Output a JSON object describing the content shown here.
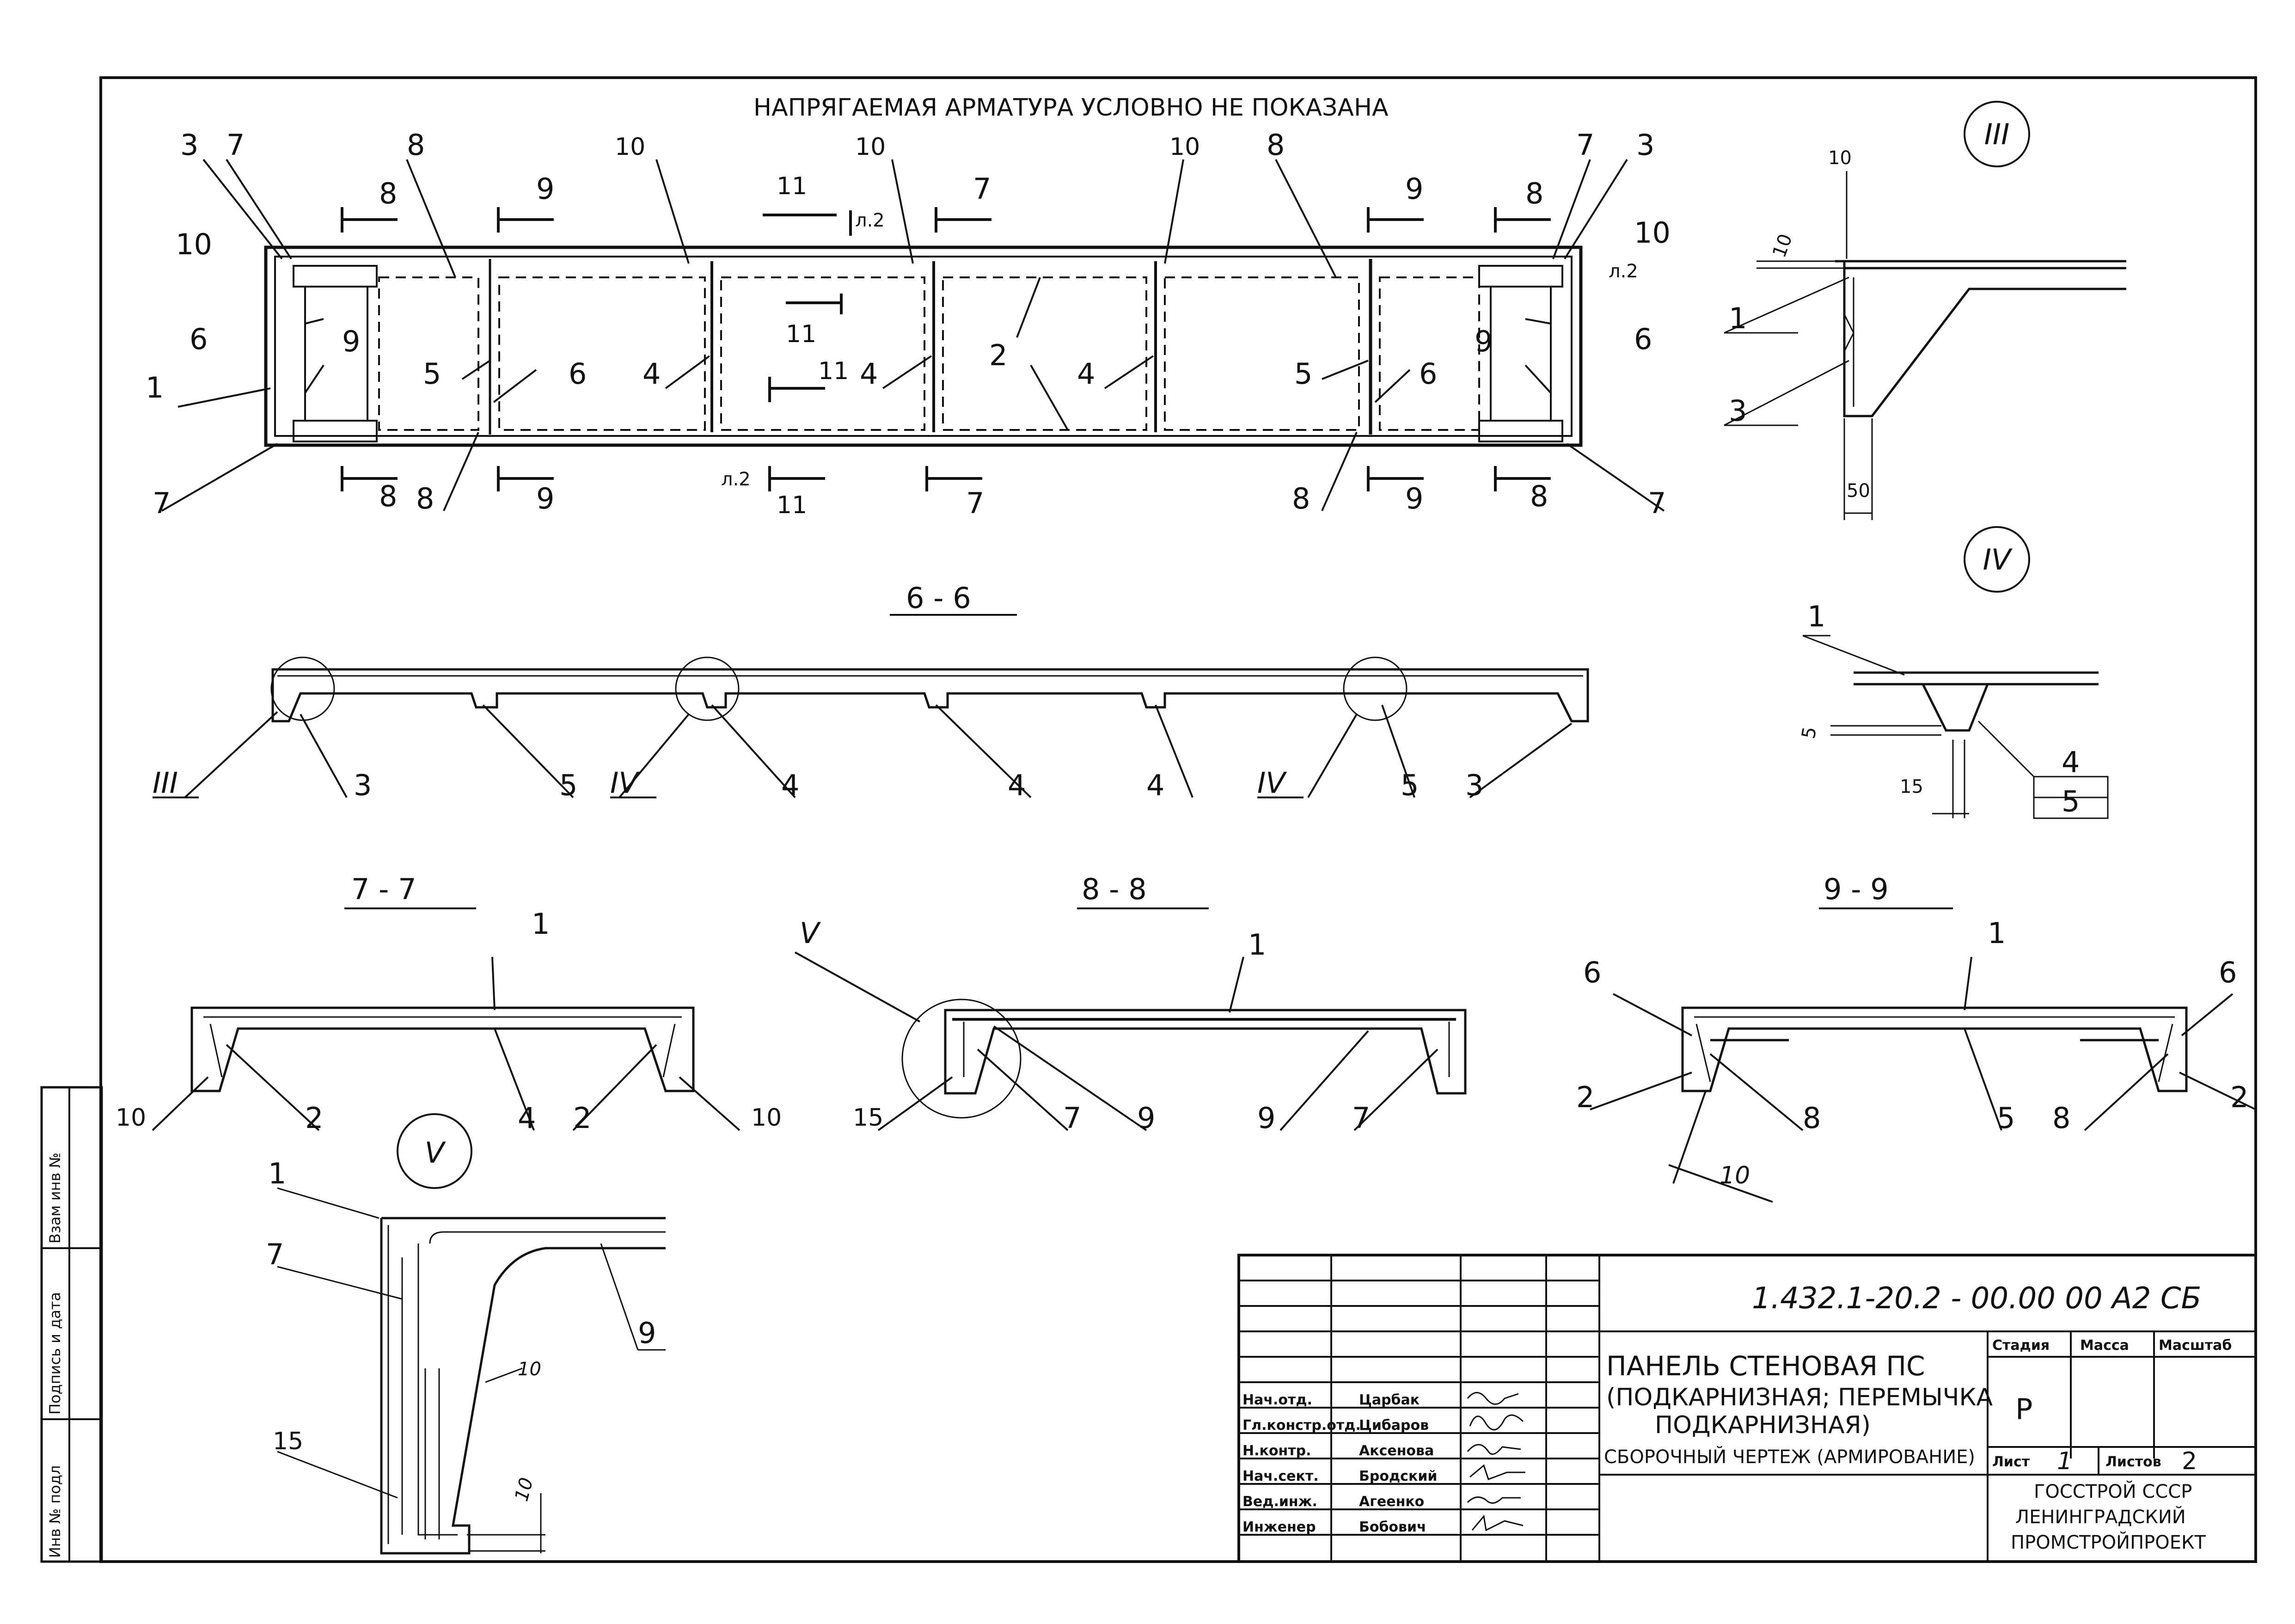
{
  "note": "НАПРЯГАЕМАЯ АРМАТУРА УСЛОВНО НЕ ПОКАЗАНА",
  "sections": {
    "s66": "6 - 6",
    "s77": "7 - 7",
    "s88": "8 - 8",
    "s99": "9 - 9"
  },
  "nodes": {
    "n3": "III",
    "n4": "IV",
    "n5": "V"
  },
  "plan_marks": {
    "top_left_3": "3",
    "top_left_7": "7",
    "top_8a": "8",
    "top_10a": "10",
    "top_10b": "10",
    "top_10c": "10",
    "top_8b": "8",
    "top_7r": "7",
    "top_3r": "3",
    "cut_8_tl": "8",
    "cut_9_tl": "9",
    "cut_11_t": "11",
    "cut_l2_t": "л.2",
    "cut_7_t": "7",
    "cut_9_tr": "9",
    "cut_8_tr": "8",
    "side_10_l": "10",
    "side_6_l": "6",
    "side_10_r": "10",
    "side_l2_r": "л.2",
    "side_6_r": "6",
    "lbl_1": "1",
    "lbl_9l": "9",
    "lbl_5l": "5",
    "lbl_6l": "6",
    "lbl_4a": "4",
    "lbl_11a": "11",
    "lbl_11b": "11",
    "lbl_4b": "4",
    "lbl_2": "2",
    "lbl_4c": "4",
    "lbl_5r": "5",
    "lbl_6r": "6",
    "lbl_9r": "9",
    "bot_7l": "7",
    "cut_8_bl": "8",
    "bot_8l": "8",
    "cut_9_bl": "9",
    "cut_l2_b": "л.2",
    "cut_11_b": "11",
    "cut_7_b": "7",
    "bot_8r": "8",
    "cut_9_br": "9",
    "cut_8_br": "8",
    "bot_7r": "7"
  },
  "s66_marks": {
    "m1": "III",
    "m2": "3",
    "m3": "5",
    "m4": "IV",
    "m5": "4",
    "m6": "4",
    "m7": "4",
    "m8": "IV",
    "m9": "5",
    "m10": "3"
  },
  "s77_marks": {
    "m1": "1",
    "m2": "10",
    "m3": "2",
    "m4": "4",
    "m5": "2",
    "m6": "10"
  },
  "s88_marks": {
    "m1": "V",
    "m2": "1",
    "m3": "15",
    "m4": "7",
    "m5": "9",
    "m6": "9",
    "m7": "7"
  },
  "s99_marks": {
    "m1": "1",
    "m2": "6",
    "m3": "6",
    "m4": "2",
    "m5": "8",
    "m6": "5",
    "m7": "8",
    "m8": "2",
    "m9": "10"
  },
  "node3_marks": {
    "d10a": "10",
    "d10b": "10",
    "m1": "1",
    "m3": "3",
    "d50": "50"
  },
  "node4_marks": {
    "m1": "1",
    "d5": "5",
    "d15": "15",
    "m4": "4",
    "m5": "5"
  },
  "node5_marks": {
    "m1": "1",
    "m7": "7",
    "m9": "9",
    "d10a": "10",
    "m15": "15",
    "d10b": "10"
  },
  "side_stamp": {
    "c1": "Инв № подл",
    "c2": "Подпись и дата",
    "c3": "Взам инв №"
  },
  "title_block": {
    "code": "1.432.1-20.2 - 00.00 00 А2 СБ",
    "name1": "ПАНЕЛЬ СТЕНОВАЯ ПС",
    "name2": "(ПОДКАРНИЗНАЯ; ПЕРЕМЫЧКА",
    "name3": "ПОДКАРНИЗНАЯ)",
    "name4": "СБОРОЧНЫЙ ЧЕРТЕЖ (АРМИРОВАНИЕ)",
    "h_stage": "Стадия",
    "h_mass": "Масса",
    "h_scale": "Масштаб",
    "stage": "Р",
    "sheet_lbl": "Лист",
    "sheet_no": "1",
    "sheets_lbl": "Листов",
    "sheets_no": "2",
    "org1": "ГОССТРОЙ СССР",
    "org2": "ЛЕНИНГРАДСКИЙ",
    "org3": "ПРОМСТРОЙПРОЕКТ",
    "roles": [
      {
        "role": "Нач.отд.",
        "name": "Царбак"
      },
      {
        "role": "Гл.констр.отд.",
        "name": "Цибаров"
      },
      {
        "role": "Н.контр.",
        "name": "Аксенова"
      },
      {
        "role": "Нач.сект.",
        "name": "Бродский"
      },
      {
        "role": "Вед.инж.",
        "name": "Агеенко"
      },
      {
        "role": "Инженер",
        "name": "Бобович"
      }
    ]
  }
}
